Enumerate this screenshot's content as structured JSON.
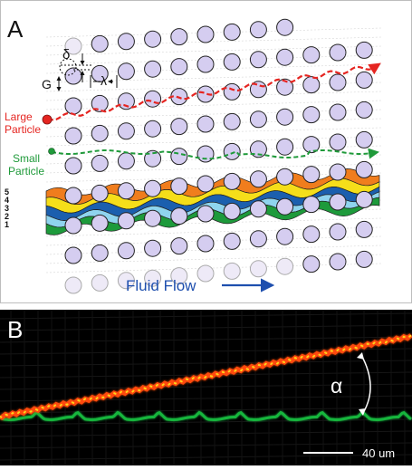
{
  "panel_a": {
    "label": "A",
    "symbols": {
      "delta": "δ",
      "lambda": "λ",
      "gap": "G"
    },
    "large_particle": {
      "line1": "Large",
      "line2": "Particle",
      "color": "#e52521"
    },
    "small_particle": {
      "line1": "Small",
      "line2": "Particle",
      "color": "#1f9a3a"
    },
    "stream_numbers": [
      "5",
      "4",
      "3",
      "2",
      "1"
    ],
    "stream_colors": [
      "#f07d1d",
      "#f5de1a",
      "#1b5fae",
      "#8fd4ee",
      "#1d9a3b"
    ],
    "post_fill": "#d5cdf0",
    "post_stroke": "#222222",
    "fluid_flow": {
      "label": "Fluid Flow",
      "color": "#1e4fae"
    }
  },
  "panel_b": {
    "label": "B",
    "angle_symbol": "α",
    "scale_bar": "40 um",
    "large_color": "#ff4a0a",
    "small_color": "#16b63e"
  }
}
